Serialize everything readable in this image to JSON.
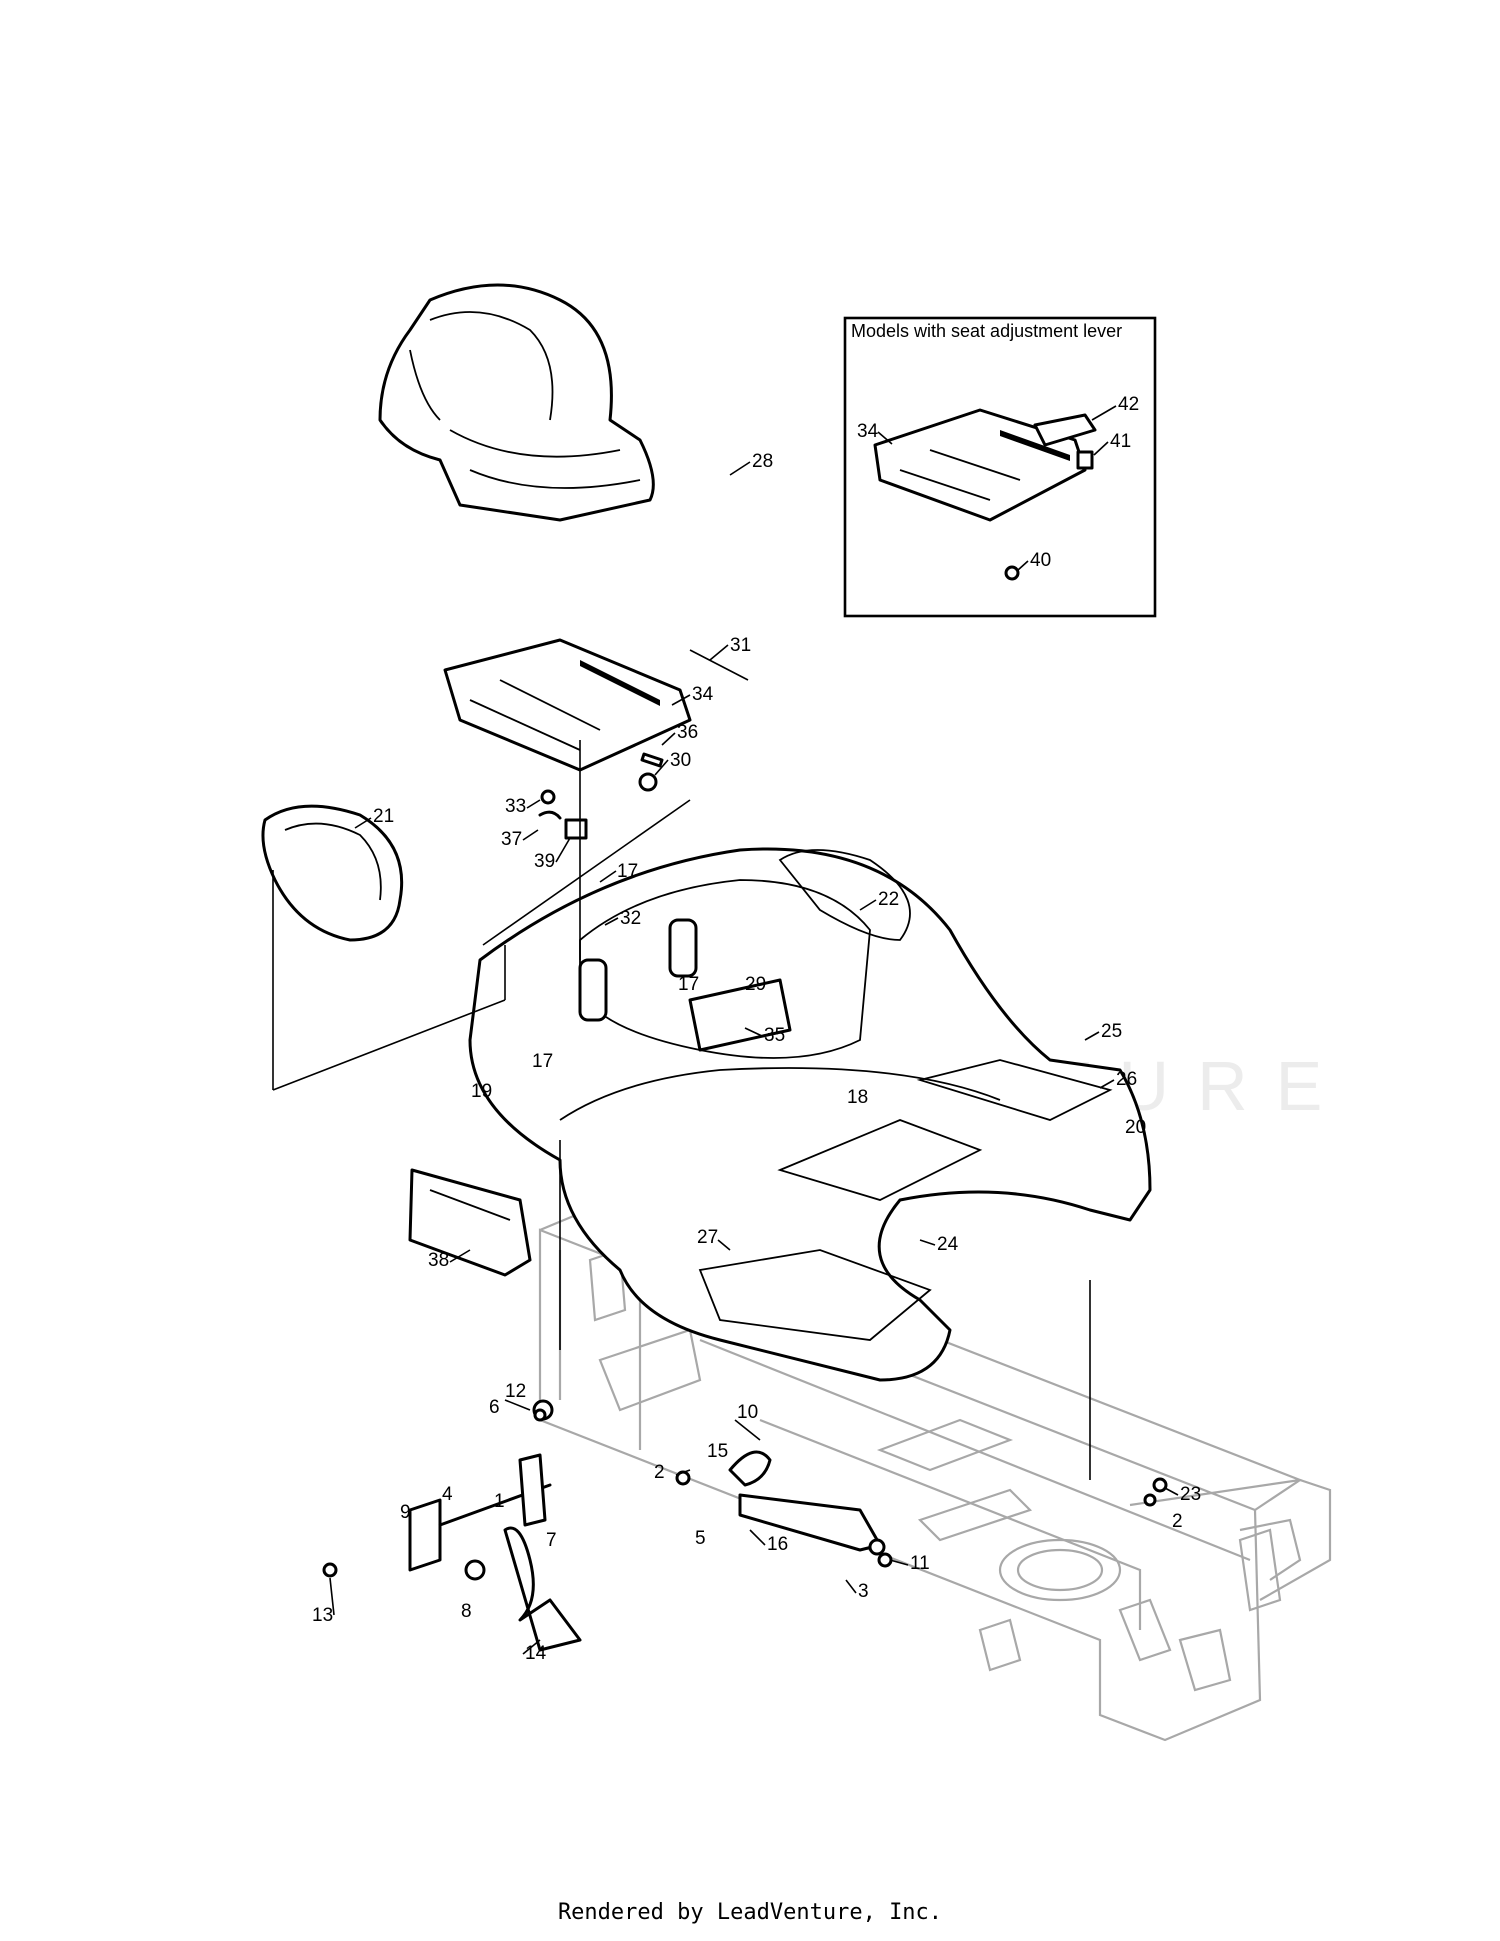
{
  "inset": {
    "title": "Models with seat adjustment lever",
    "callouts": [
      "34",
      "42",
      "41",
      "40"
    ]
  },
  "callouts": [
    "28",
    "31",
    "34",
    "36",
    "30",
    "33",
    "37",
    "39",
    "21",
    "17",
    "32",
    "22",
    "17",
    "29",
    "35",
    "17",
    "25",
    "26",
    "19",
    "18",
    "20",
    "38",
    "27",
    "24",
    "12",
    "6",
    "10",
    "15",
    "2",
    "4",
    "9",
    "1",
    "7",
    "16",
    "5",
    "11",
    "3",
    "13",
    "8",
    "14",
    "23",
    "2"
  ],
  "watermark": "LEADVENTURE",
  "footer": "Rendered by LeadVenture, Inc."
}
